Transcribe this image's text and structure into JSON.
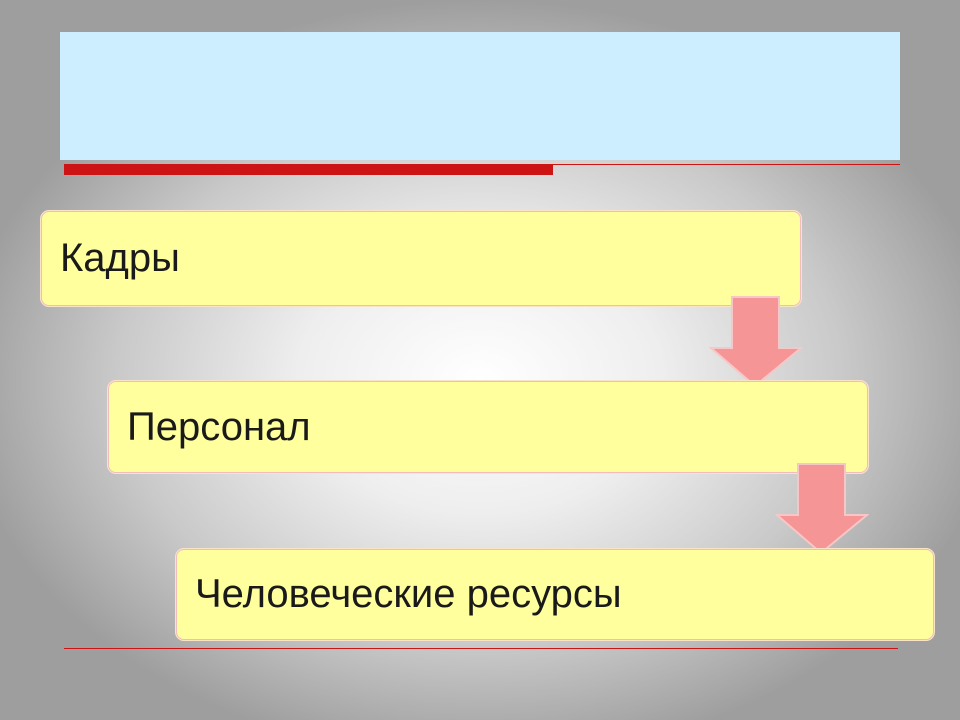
{
  "slide": {
    "title": "",
    "steps": [
      {
        "label": "Кадры"
      },
      {
        "label": "Персонал"
      },
      {
        "label": "Человеческие ресурсы"
      }
    ]
  },
  "colors": {
    "title_box": "#cdeefe",
    "accent_red": "#cc1414",
    "step_fill": "#ffff9e",
    "arrow_fill": "#f59595",
    "arrow_stroke": "#f7c7c7"
  },
  "icons": [
    "down-arrow-icon",
    "down-arrow-icon"
  ]
}
